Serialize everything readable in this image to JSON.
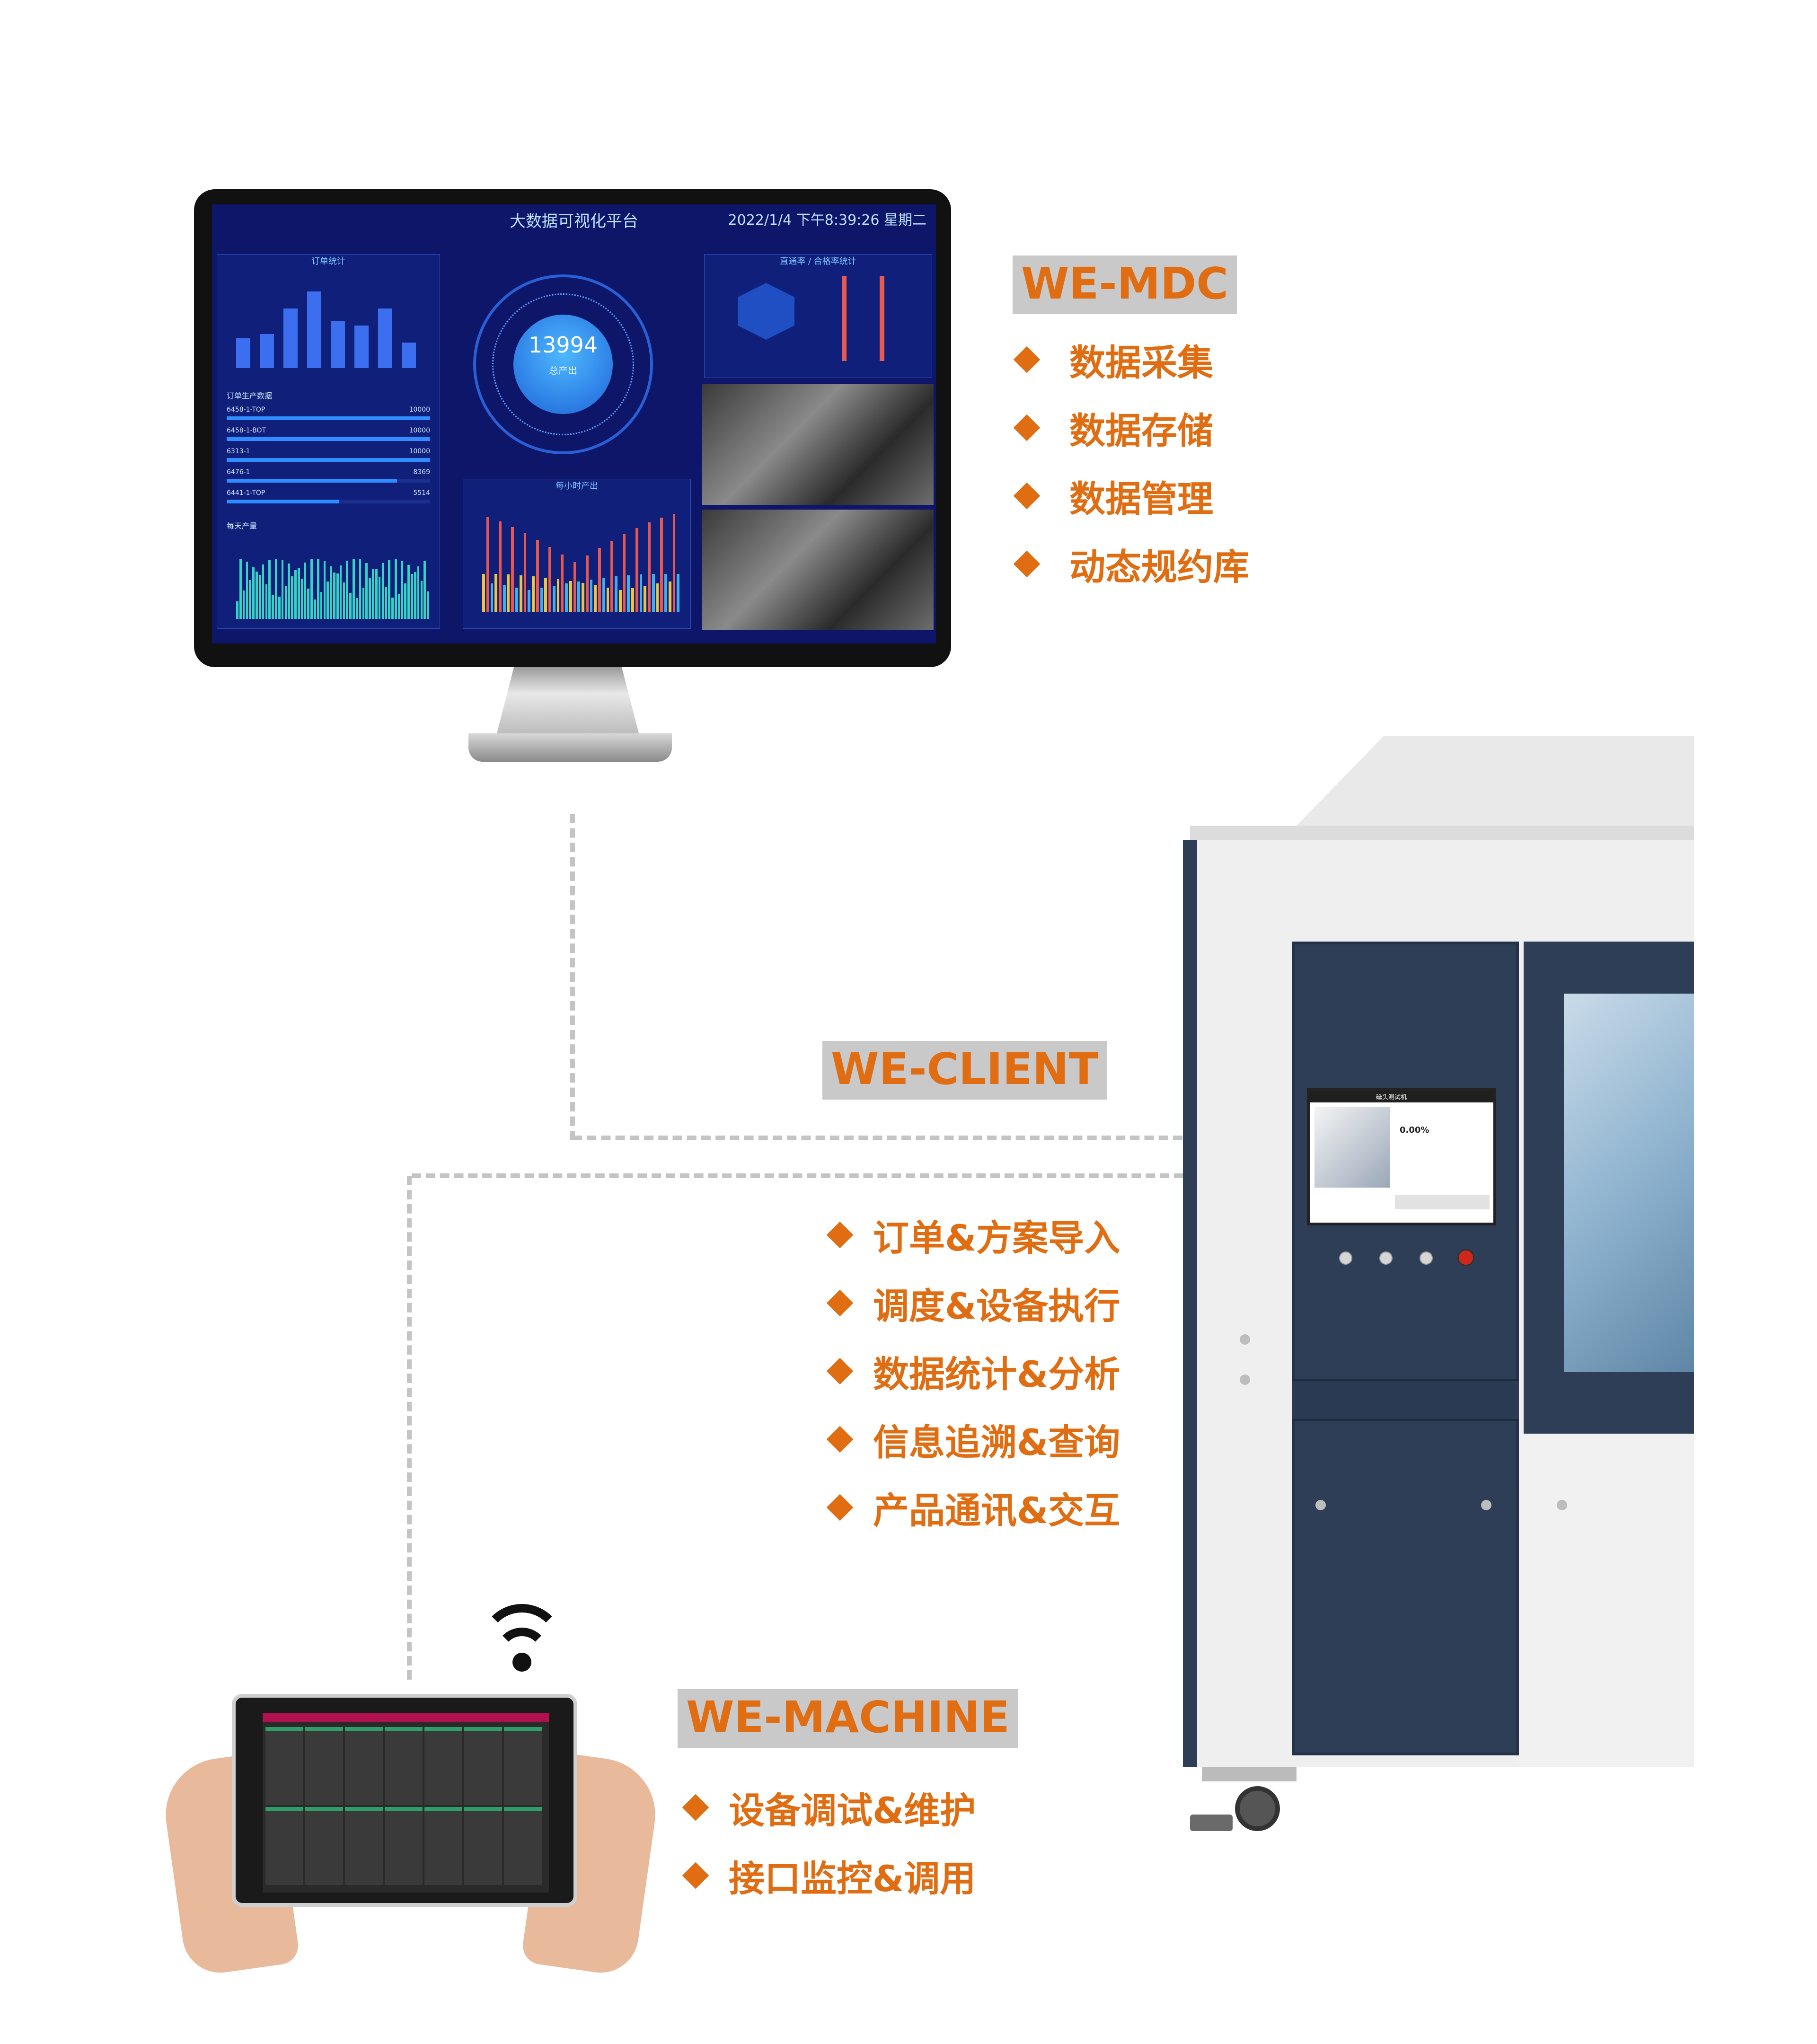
{
  "dashboard": {
    "title": "大数据可视化平台",
    "datetime": "2022/1/4 下午8:39:26 星期二",
    "order_stats_header": "订单统计",
    "order_production_header": "订单生产数据",
    "daily_output_header": "每天产量",
    "hourly_output_header": "每小时产出",
    "yield_header": "直通率 / 合格率统计",
    "total_output_value": "13994",
    "total_output_label": "总产出",
    "orders": [
      {
        "name": "6458-1-TOP",
        "value": "10000"
      },
      {
        "name": "6458-1-BOT",
        "value": "10000"
      },
      {
        "name": "6313-1",
        "value": "10000"
      },
      {
        "name": "6476-1",
        "value": "8369"
      },
      {
        "name": "6441-1-TOP",
        "value": "5514"
      }
    ]
  },
  "we_mdc": {
    "title": "WE-MDC",
    "items": [
      "数据采集",
      "数据存储",
      "数据管理",
      "动态规约库"
    ]
  },
  "we_client": {
    "title": "WE-CLIENT",
    "items": [
      "订单&方案导入",
      "调度&设备执行",
      "数据统计&分析",
      "信息追溯&查询",
      "产品通讯&交互"
    ]
  },
  "we_machine": {
    "title": "WE-MACHINE",
    "items": [
      "设备调试&维护",
      "接口监控&调用"
    ]
  },
  "hmi": {
    "title": "磁头测试机",
    "percent": "0.00%"
  },
  "colors": {
    "accent": "#e06d12",
    "tag_bg": "#c9c9c9",
    "dashboard_bg": "#0d1668",
    "machine_navy": "#2d3e56"
  }
}
